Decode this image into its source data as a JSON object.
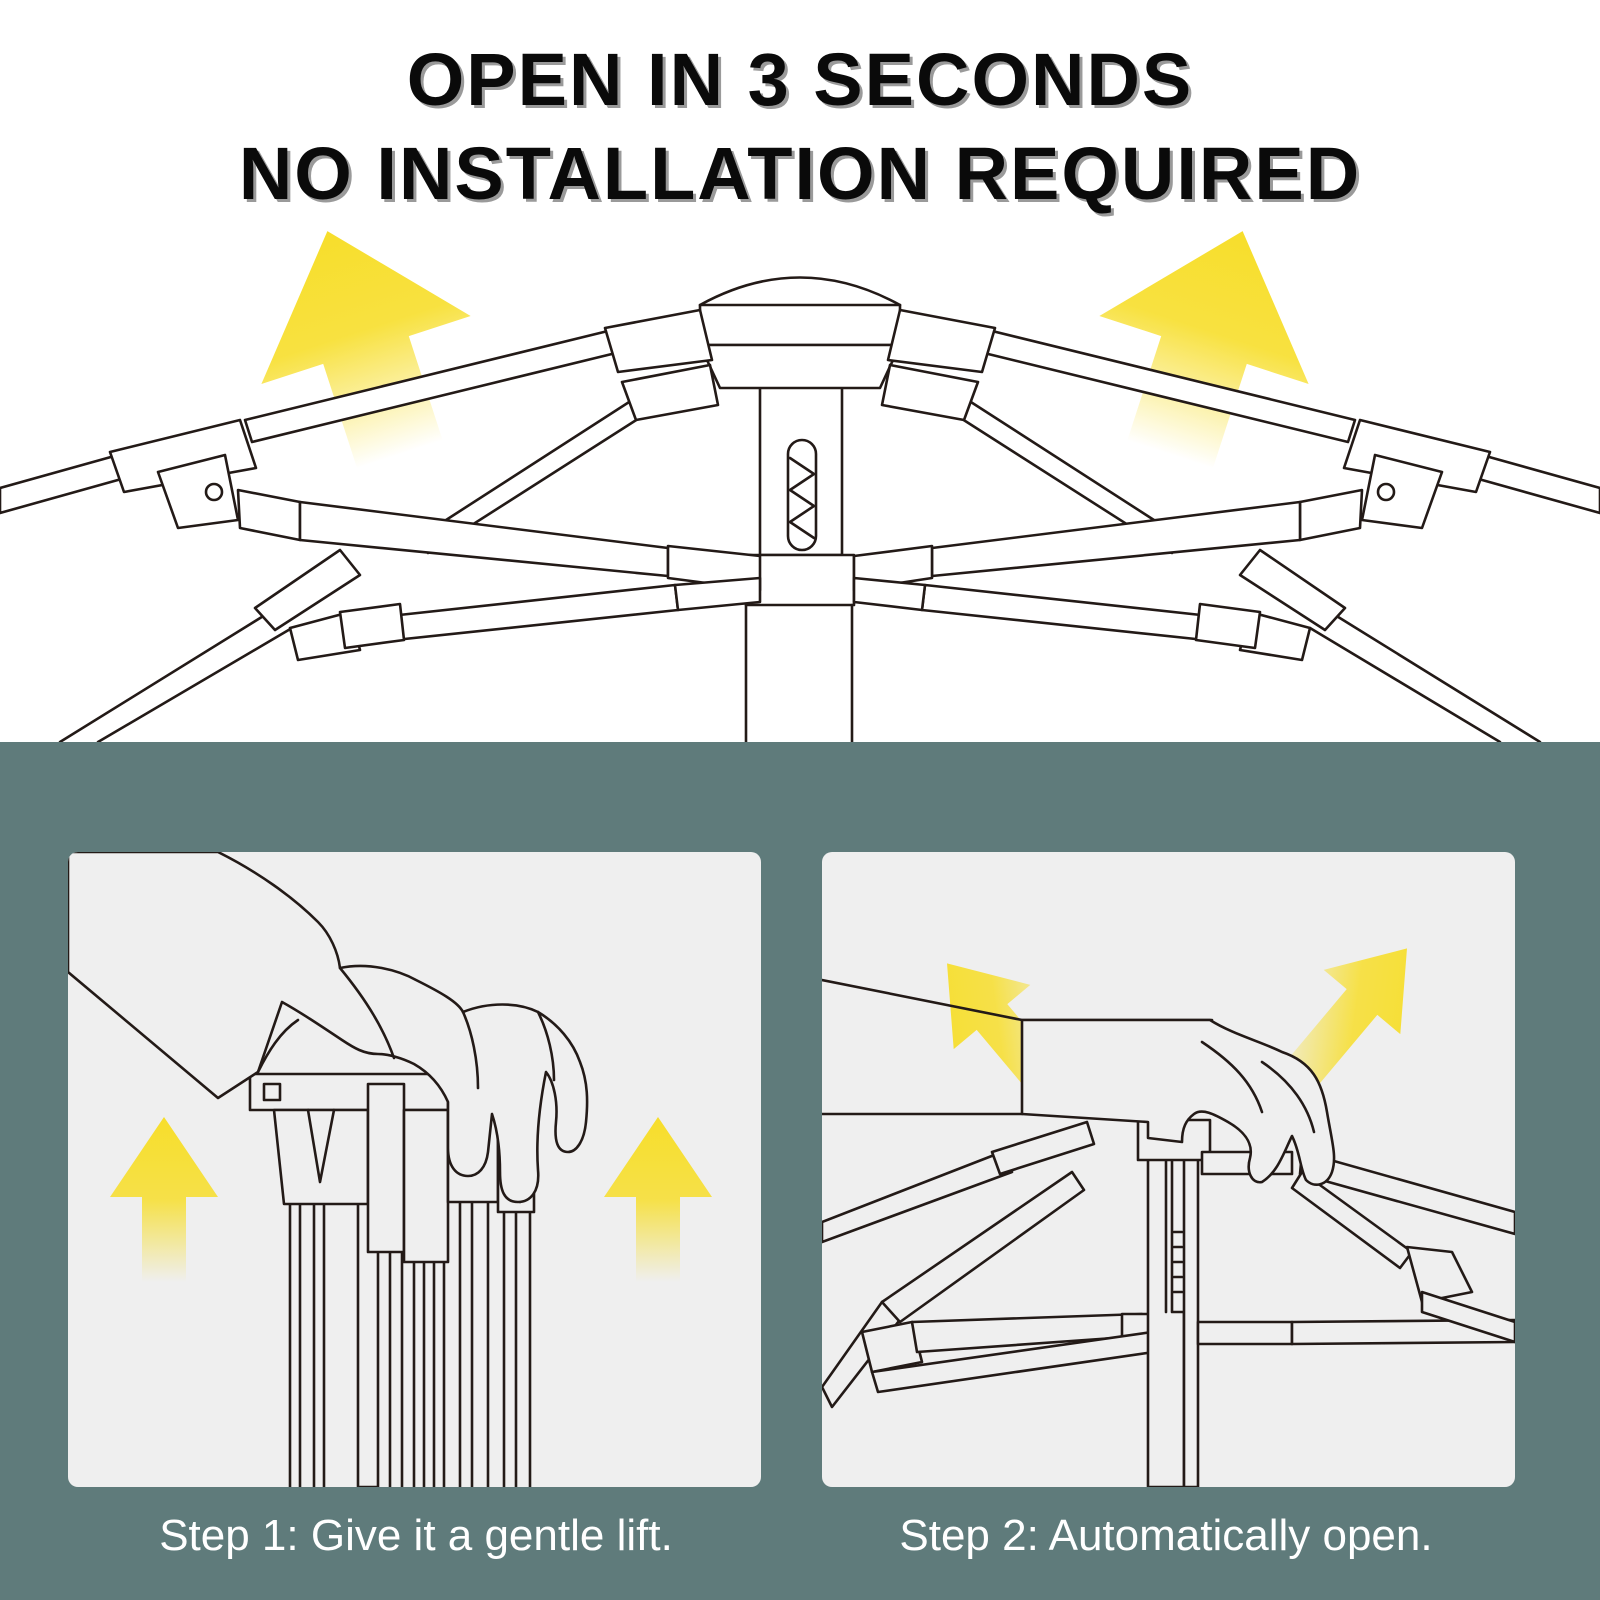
{
  "headline": {
    "line1": "OPEN IN 3 SECONDS",
    "line2": "NO INSTALLATION REQUIRED"
  },
  "steps": [
    {
      "caption": "Step 1: Give it a gentle lift."
    },
    {
      "caption": "Step 2: Automatically open."
    }
  ],
  "colors": {
    "arrow": "#f7de2b",
    "bottom_background": "#5f7b7b",
    "panel_background": "#efefef",
    "line_art": "#231a17"
  }
}
